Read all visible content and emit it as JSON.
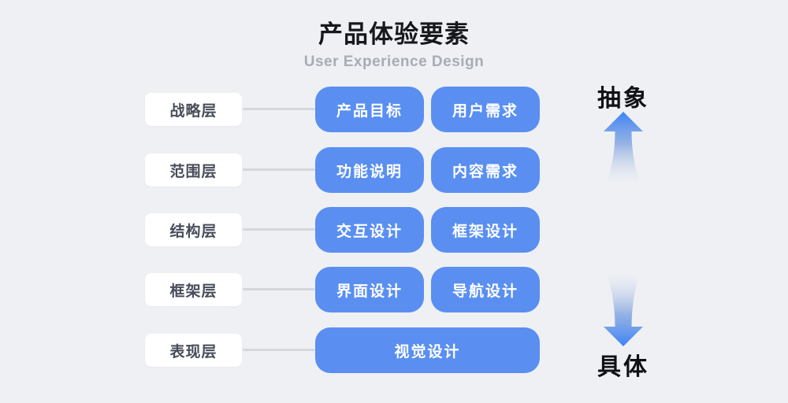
{
  "header": {
    "title": "产品体验要素",
    "subtitle": "User Experience Design"
  },
  "rows": [
    {
      "label": "战略层",
      "boxes": [
        "产品目标",
        "用户需求"
      ]
    },
    {
      "label": "范围层",
      "boxes": [
        "功能说明",
        "内容需求"
      ]
    },
    {
      "label": "结构层",
      "boxes": [
        "交互设计",
        "框架设计"
      ]
    },
    {
      "label": "框架层",
      "boxes": [
        "界面设计",
        "导航设计"
      ]
    },
    {
      "label": "表现层",
      "boxes": [
        "视觉设计"
      ]
    }
  ],
  "axis": {
    "top_label": "抽象",
    "bottom_label": "具体"
  },
  "colors": {
    "background": "#eef0f4",
    "box_blue": "#5a8ff1",
    "box_text": "#ffffff",
    "label_bg": "#ffffff",
    "label_text": "#474d59",
    "connector": "#d5d7dc",
    "title_text": "#17181b",
    "subtitle_text": "#a8acb5",
    "axis_text": "#101114",
    "arrow_blue": "#3e82f6"
  }
}
